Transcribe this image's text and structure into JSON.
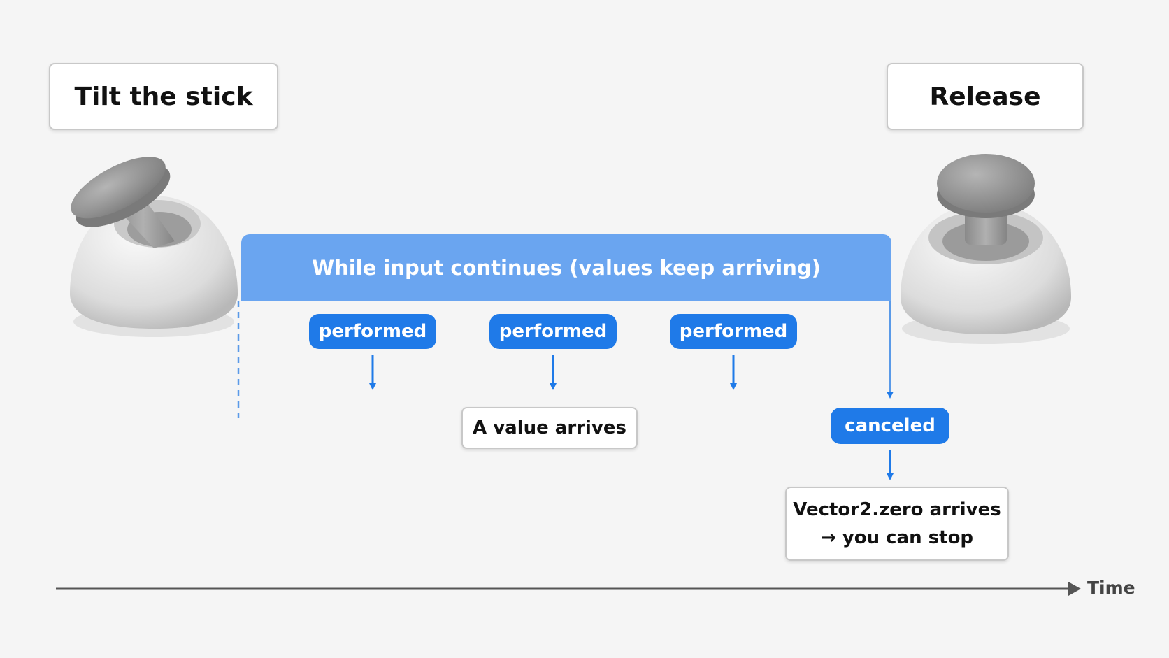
{
  "start_label": "Tilt the stick",
  "end_label": "Release",
  "duration_banner": "While input continues (values keep arriving)",
  "performed_events": [
    "performed",
    "performed",
    "performed"
  ],
  "value_note": "A value arrives",
  "canceled_label": "canceled",
  "final_note": {
    "line1": "Vector2.zero arrives",
    "line2": "→ you can stop"
  },
  "time_axis_label": "Time",
  "colors": {
    "event_blue": "#1f7ae8",
    "banner_blue": "#6aa5f0",
    "background": "#f5f5f5"
  },
  "icons": {
    "start": "joystick-tilted-icon",
    "end": "joystick-centered-icon"
  }
}
